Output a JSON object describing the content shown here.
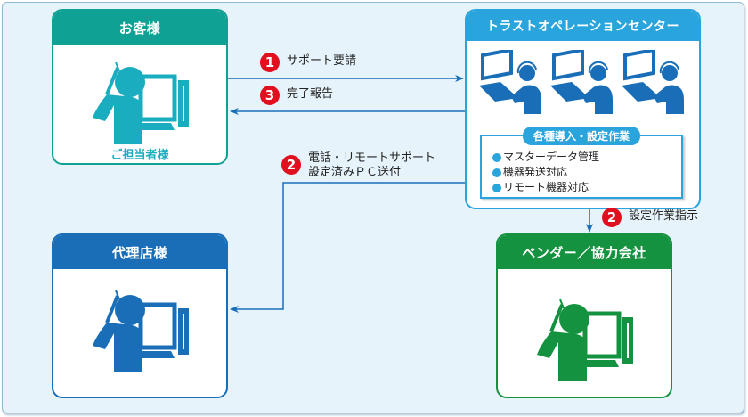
{
  "boxes": {
    "customer": {
      "title": "お客様",
      "subtitle": "ご担当者様",
      "color": "#10a195",
      "icon_color": "#1aacbf"
    },
    "center": {
      "title": "トラストオペレーションセンター",
      "color": "#2aa4dd",
      "icon_color": "#1a6eb8",
      "tasks": {
        "title": "各種導入・設定作業",
        "items": [
          "マスターデータ管理",
          "機器発送対応",
          "リモート機器対応"
        ]
      }
    },
    "agency": {
      "title": "代理店様",
      "color": "#1a6eb8"
    },
    "vendor": {
      "title": "ベンダー／協力会社",
      "color": "#14923f"
    }
  },
  "steps": [
    {
      "number": "1",
      "lines": [
        "サポート要請"
      ],
      "from": "customer",
      "to": "center"
    },
    {
      "number": "3",
      "lines": [
        "完了報告"
      ],
      "from": "center",
      "to": "customer"
    },
    {
      "number": "2",
      "lines": [
        "電話・リモートサポート",
        "設定済みＰＣ送付"
      ],
      "from": "center",
      "to": "agency"
    },
    {
      "number": "2",
      "lines": [
        "設定作業指示"
      ],
      "from": "center",
      "to": "vendor"
    }
  ],
  "colors": {
    "arrow": "#1a6eb8",
    "badge": "#e0101e",
    "background": "#e6f3fa"
  }
}
